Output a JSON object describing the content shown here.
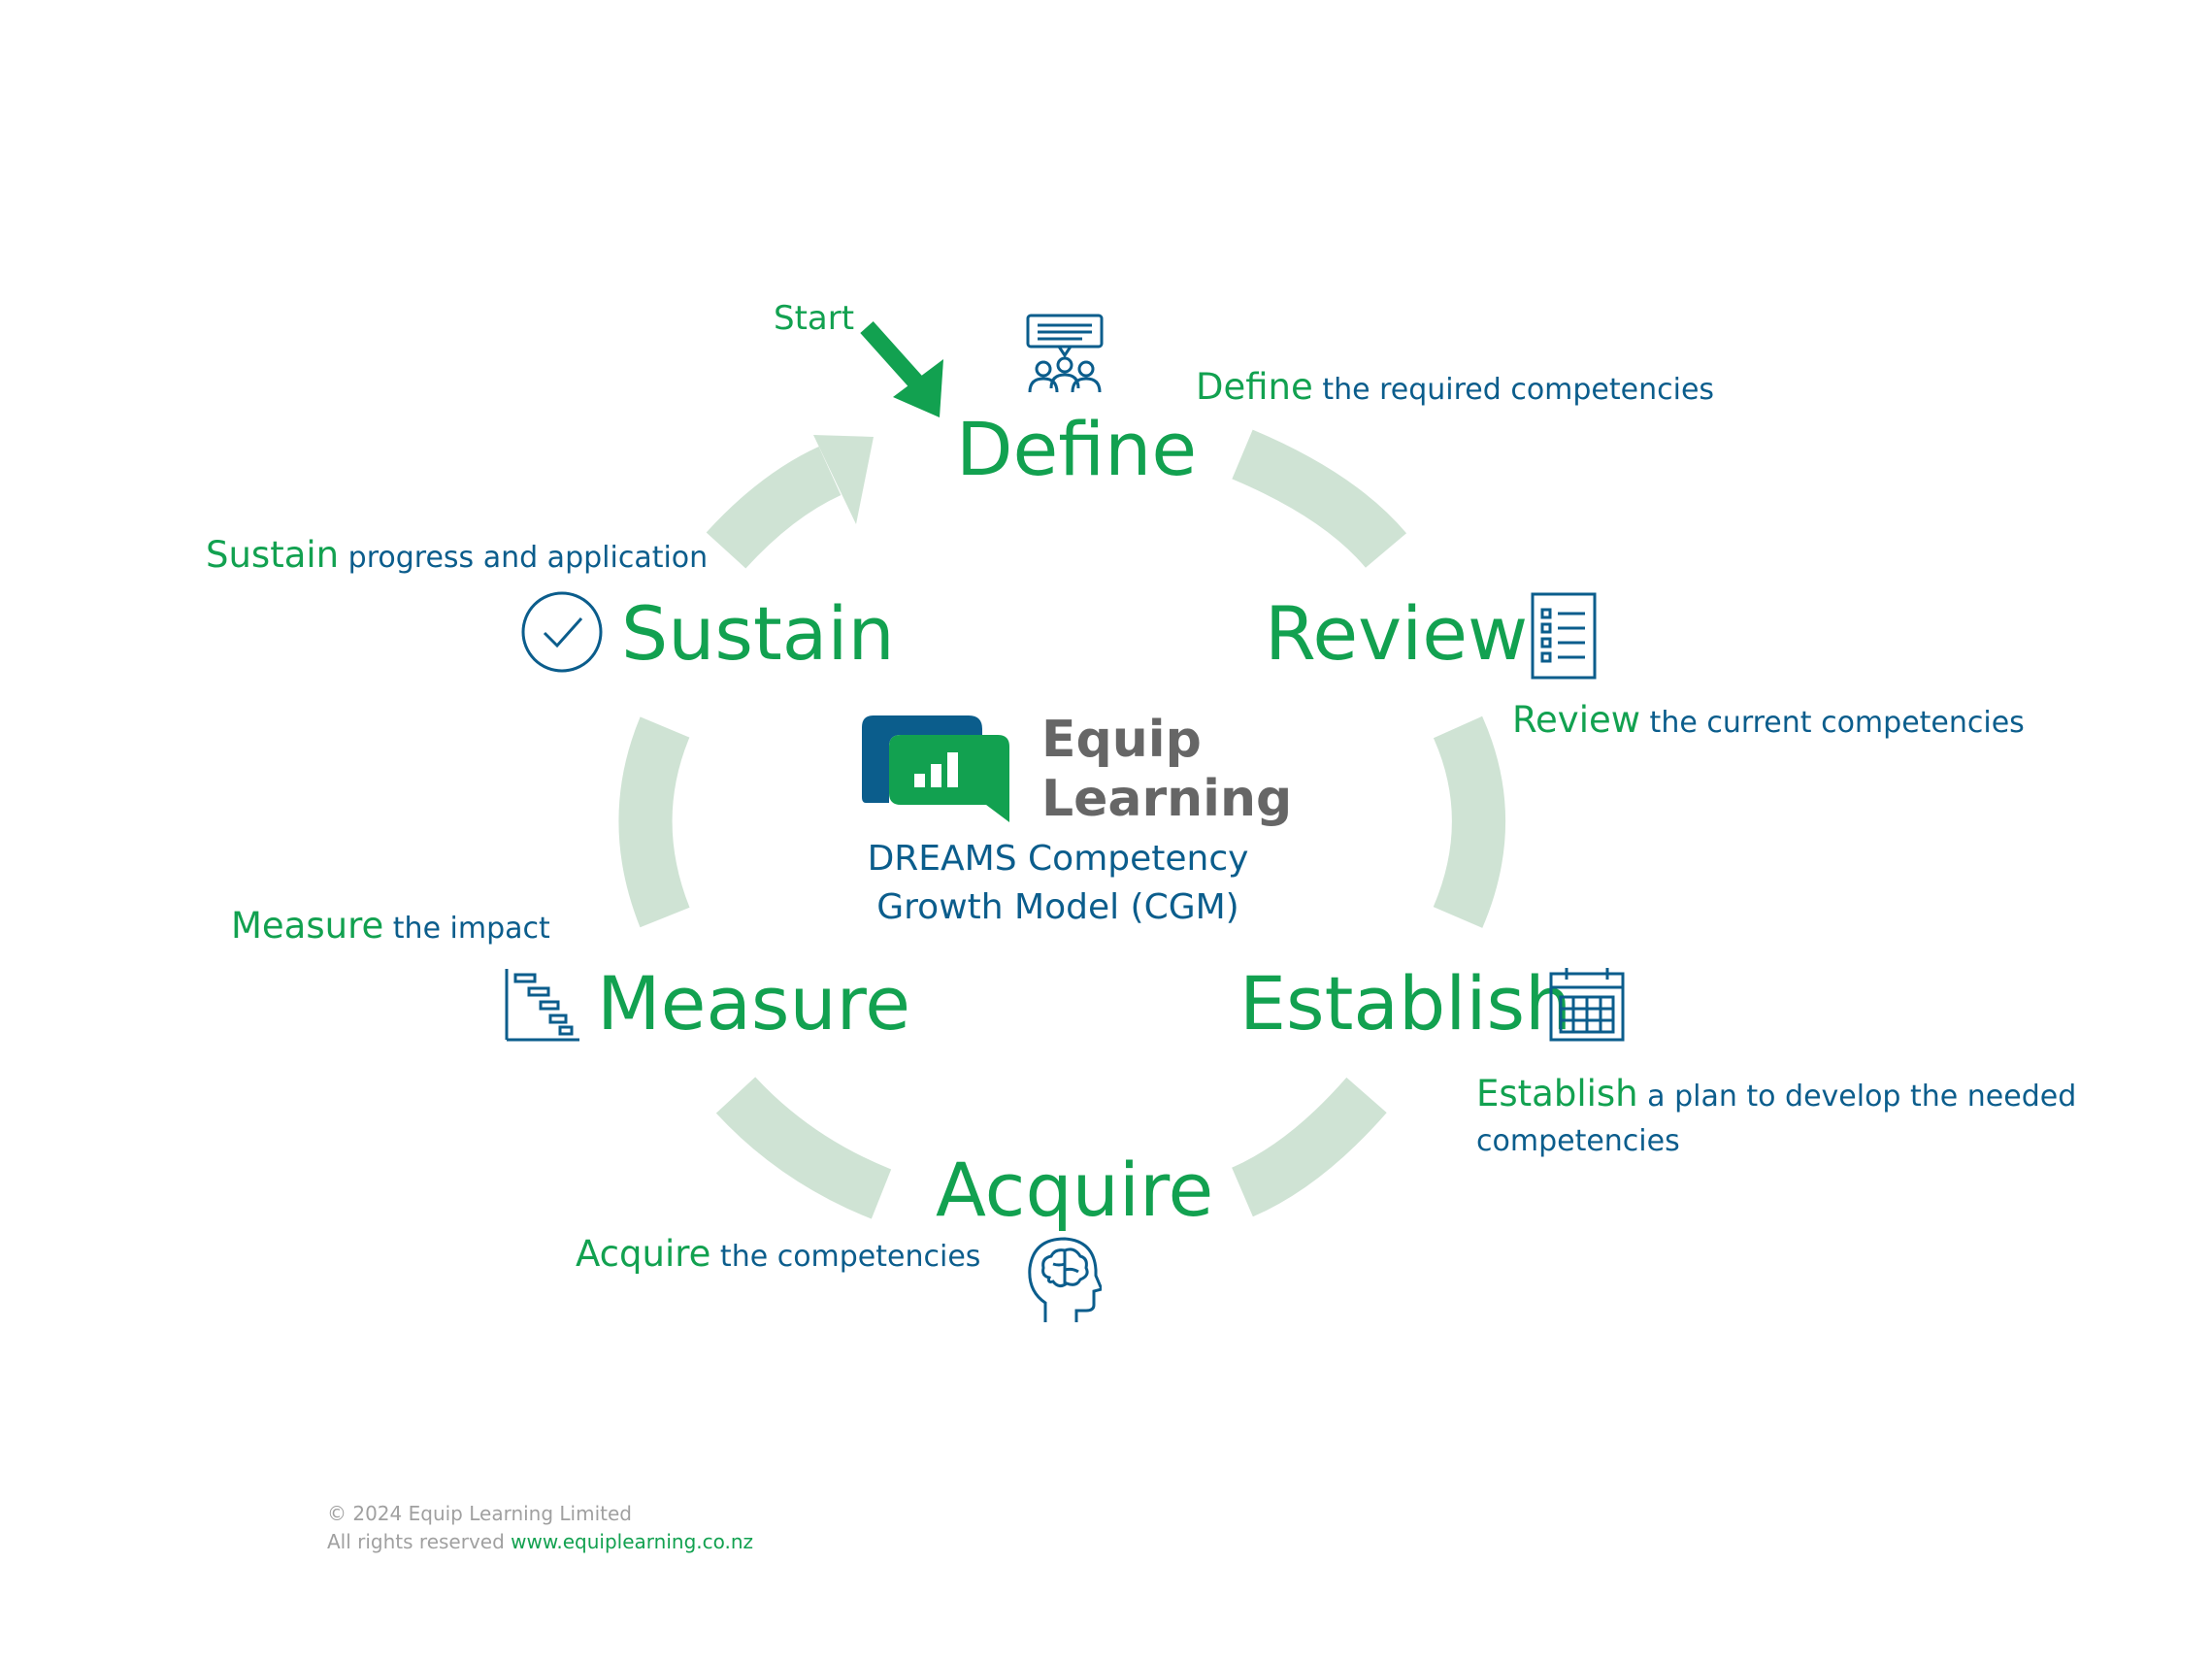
{
  "start_label": "Start",
  "stages": {
    "define": {
      "name": "Define",
      "desc_kw": "Define",
      "desc_rest": " the required competencies",
      "icon": "presentation-audience-icon"
    },
    "review": {
      "name": "Review",
      "desc_kw": "Review",
      "desc_rest": " the current competencies",
      "icon": "checklist-icon"
    },
    "establish": {
      "name": "Establish",
      "desc_kw": "Establish",
      "desc_rest_line1": " a plan to develop the needed",
      "desc_rest_line2": "competencies",
      "icon": "calendar-icon"
    },
    "acquire": {
      "name": "Acquire",
      "desc_kw": "Acquire",
      "desc_rest": " the competencies",
      "icon": "brain-head-icon"
    },
    "measure": {
      "name": "Measure",
      "desc_kw": "Measure",
      "desc_rest": " the impact",
      "icon": "gantt-chart-icon"
    },
    "sustain": {
      "name": "Sustain",
      "desc_kw": "Sustain",
      "desc_rest": " progress and application",
      "icon": "check-circle-icon"
    }
  },
  "center": {
    "logo_line1": "Equip",
    "logo_line2": "Learning",
    "title_line1": "DREAMS Competency",
    "title_line2": "Growth Model (CGM)"
  },
  "footer": {
    "copyright": "© 2024 Equip Learning Limited",
    "rights": "All rights reserved ",
    "website": "www.equiplearning.co.nz"
  },
  "colors": {
    "green": "#12a150",
    "blue": "#0b5d8c",
    "ring": "#cfe3d4",
    "grey_text": "#666666"
  }
}
